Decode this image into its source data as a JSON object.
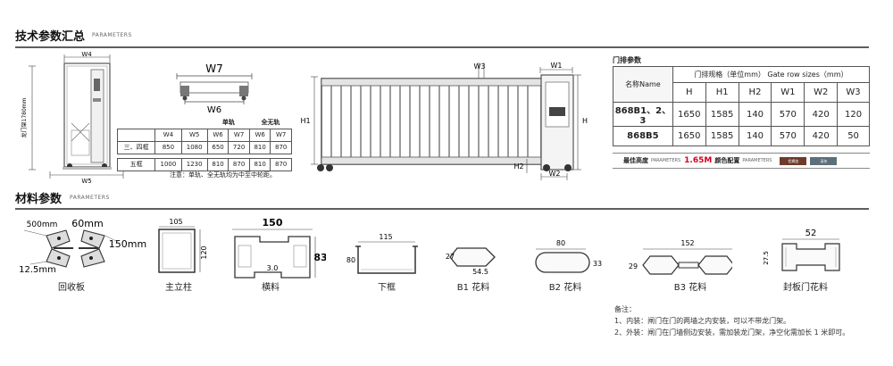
{
  "sections": {
    "tech": {
      "title": "技术参数汇总",
      "subtitle": "PARAMETERS"
    },
    "material": {
      "title": "材料参数",
      "subtitle": "PARAMETERS"
    }
  },
  "side_diagram": {
    "w4": "W4",
    "w5": "W5",
    "vertical": "龙门架1780mm"
  },
  "track_diagram": {
    "w7": "W7",
    "w6": "W6"
  },
  "gate_diagram": {
    "w3": "W3",
    "w1": "W1",
    "w2": "W2",
    "h": "H",
    "h1": "H1",
    "h2": "H2"
  },
  "rail_table": {
    "group_single": "单轨",
    "group_none": "全无轨",
    "headers": [
      "W4",
      "W5",
      "W6",
      "W7",
      "W6",
      "W7"
    ],
    "rows": [
      {
        "label": "三、四框",
        "cells": [
          "850",
          "1080",
          "650",
          "720",
          "810",
          "870"
        ]
      },
      {
        "label": "五框",
        "cells": [
          "1000",
          "1230",
          "810",
          "870",
          "810",
          "870"
        ]
      }
    ],
    "note": "注意：单轨、全无轨均为中至中轮距。"
  },
  "param_table": {
    "title": "门排参数",
    "name_label": "名称Name",
    "spec_label": "门排规格（单位mm） Gate row sizes（mm）",
    "cols": [
      "H",
      "H1",
      "H2",
      "W1",
      "W2",
      "W3"
    ],
    "rows": [
      {
        "model": "868B1、2、3",
        "cells": [
          "1650",
          "1585",
          "140",
          "570",
          "420",
          "120"
        ]
      },
      {
        "model": "868B5",
        "cells": [
          "1650",
          "1585",
          "140",
          "570",
          "420",
          "50"
        ]
      }
    ]
  },
  "spec_bar": {
    "max_height_label": "最佳高度",
    "params1": "PARAMETERS",
    "max_height_value": "1.65M",
    "color_label": "颜色配置",
    "params2": "PARAMETERS",
    "swatch1": "铝褐金",
    "swatch2": "深灰",
    "swatch1_color": "#6e3b2a",
    "swatch2_color": "#5d6f7a",
    "accent_color": "#d6001c"
  },
  "materials": [
    {
      "label": "回收板",
      "dims": [
        "500mm",
        "60mm",
        "150mm",
        "12.5mm"
      ]
    },
    {
      "label": "主立柱",
      "dims": [
        "105",
        "120"
      ]
    },
    {
      "label": "横料",
      "dims": [
        "150",
        "83",
        "3.0"
      ]
    },
    {
      "label": "下框",
      "dims": [
        "115",
        "80"
      ]
    },
    {
      "label": "B1 花料",
      "dims": [
        "27",
        "54.5"
      ]
    },
    {
      "label": "B2 花料",
      "dims": [
        "80",
        "33"
      ]
    },
    {
      "label": "B3 花料",
      "dims": [
        "152",
        "29"
      ]
    },
    {
      "label": "封板门花料",
      "dims": [
        "52",
        "27.5"
      ]
    }
  ],
  "notes": {
    "title": "备注：",
    "items": [
      "1、内装：闸门在门的两墙之内安装，可以不带龙门架。",
      "2、外装：闸门在门墙侧边安装，需加装龙门架，净空化需加长 1 米即可。"
    ]
  }
}
